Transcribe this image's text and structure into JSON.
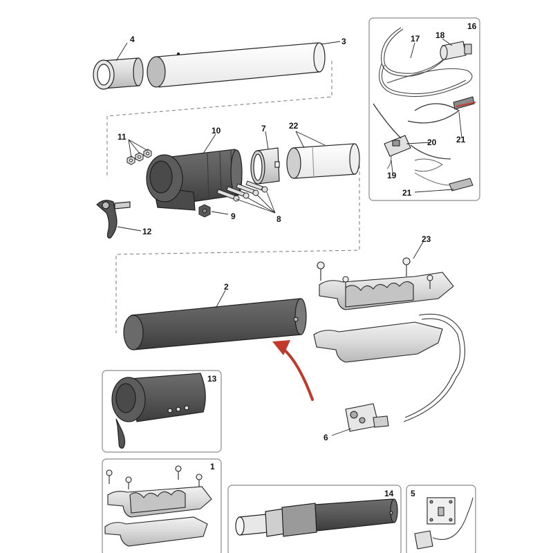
{
  "callouts": {
    "c1": "1",
    "c2": "2",
    "c3": "3",
    "c4": "4",
    "c5": "5",
    "c6": "6",
    "c7": "7",
    "c8": "8",
    "c9": "9",
    "c10": "10",
    "c11": "11",
    "c12": "12",
    "c13": "13",
    "c14": "14",
    "c16": "16",
    "c17": "17",
    "c18": "18",
    "c19": "19",
    "c20": "20",
    "c21a": "21",
    "c21b": "21",
    "c22": "22",
    "c23": "23"
  },
  "colors": {
    "dark_part": "#5a5a5a",
    "light_part": "#d4d4d4",
    "outline": "#222222",
    "arrow": "#c0392b",
    "panel_border": "#8a8a8a"
  }
}
